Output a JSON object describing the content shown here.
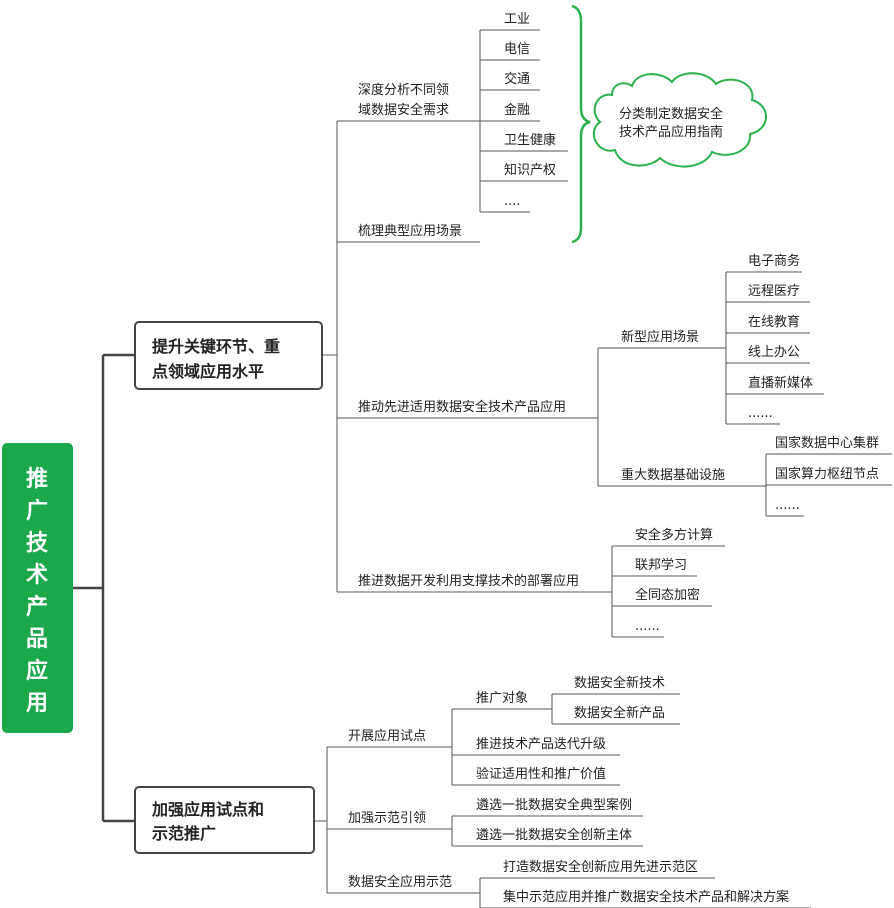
{
  "colors": {
    "root_fill": "#1aa84a",
    "cloud_stroke": "#2bb24c",
    "brace": "#2bb24c",
    "line": "#444444"
  },
  "root": {
    "label": "推广技术产品应用"
  },
  "branch1": {
    "label_line1": "提升关键环节、重",
    "label_line2": "点领域应用水平",
    "item1_line1": "深度分析不同领",
    "item1_line2": "域数据安全需求",
    "item2": "梳理典型应用场景",
    "domains": [
      "工业",
      "电信",
      "交通",
      "金融",
      "卫生健康",
      "知识产权",
      "...."
    ],
    "cloud_line1": "分类制定数据安全",
    "cloud_line2": "技术产品应用指南",
    "item3": "推动先进适用数据安全技术产品应用",
    "new_scene": "新型应用场景",
    "new_scene_items": [
      "电子商务",
      "远程医疗",
      "在线教育",
      "线上办公",
      "直播新媒体",
      "......"
    ],
    "infra": "重大数据基础设施",
    "infra_items": [
      "国家数据中心集群",
      "国家算力枢纽节点",
      "......"
    ],
    "item4": "推进数据开发利用支撑技术的部署应用",
    "tech_items": [
      "安全多方计算",
      "联邦学习",
      "全同态加密",
      "......"
    ]
  },
  "branch2": {
    "label_line1": "加强应用试点和",
    "label_line2": "示范推广",
    "pilot": "开展应用试点",
    "promo_target": "推广对象",
    "promo_items": [
      "数据安全新技术",
      "数据安全新产品"
    ],
    "pilot_items": [
      "推进技术产品迭代升级",
      "验证适用性和推广价值"
    ],
    "guide": "加强示范引领",
    "guide_items": [
      "遴选一批数据安全典型案例",
      "遴选一批数据安全创新主体"
    ],
    "demo": "数据安全应用示范",
    "demo_items": [
      "打造数据安全创新应用先进示范区",
      "集中示范应用并推广数据安全技术产品和解决方案"
    ]
  }
}
